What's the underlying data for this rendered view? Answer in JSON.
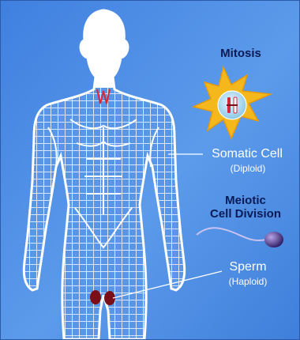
{
  "diagram": {
    "mitosis_title": "Mitosis",
    "somatic_cell": {
      "name": "Somatic Cell",
      "ploidy": "(Diploid)"
    },
    "meiosis_title_line1": "Meiotic",
    "meiosis_title_line2": "Cell Division",
    "sperm": {
      "name": "Sperm",
      "ploidy": "(Haploid)"
    }
  },
  "colors": {
    "background": "#4b8fe6",
    "background_dark": "#2e6ad4",
    "body_mesh": "#ffffff",
    "cell_yellow": "#f5b81c",
    "nucleus": "#bfe2f2",
    "chromosome_red": "#d6283a",
    "sperm_head": "#4a2f86",
    "testes": "#7a0f18",
    "title_text": "#0b1a55"
  },
  "icons": [
    "human-body-mesh",
    "somatic-cell-icon",
    "sperm-icon",
    "testes-marker"
  ]
}
